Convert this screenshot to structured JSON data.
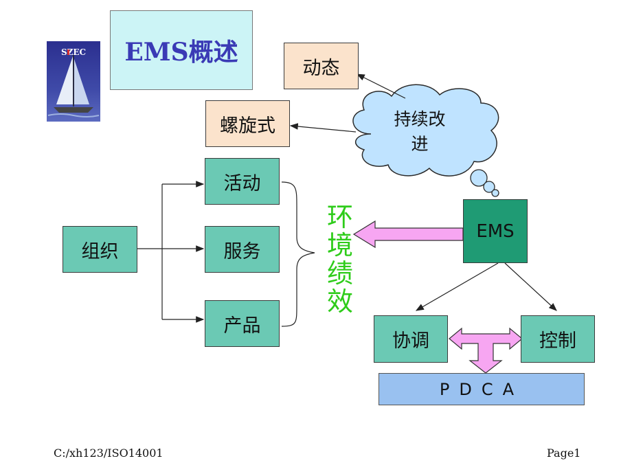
{
  "logo": {
    "text": "SZEC"
  },
  "title": "EMS概述",
  "nodes": {
    "dongtai": "动态",
    "luoxuanshi": "螺旋式",
    "cloud": [
      "持续改",
      "进"
    ],
    "huodong": "活动",
    "zuzhi": "组织",
    "fuwu": "服务",
    "chanpin": "产品",
    "ems": "EMS",
    "xietiao": "协调",
    "kongzhi": "控制",
    "pdca": "PDCA"
  },
  "performance_label": [
    "环",
    "境",
    "绩",
    "效"
  ],
  "footer": {
    "left": "C:/xh123/ISO14001",
    "right": "Page1"
  },
  "colors": {
    "teal": "#6bc9b4",
    "dark_teal": "#1f9b74",
    "peach": "#fbe3cc",
    "light_cyan": "#ccf4f6",
    "cloud_blue": "#bfe3ff",
    "pdca_blue": "#99c1f0",
    "green_text": "#2ecc1a",
    "magenta_arrow": "#f7a6f2"
  }
}
